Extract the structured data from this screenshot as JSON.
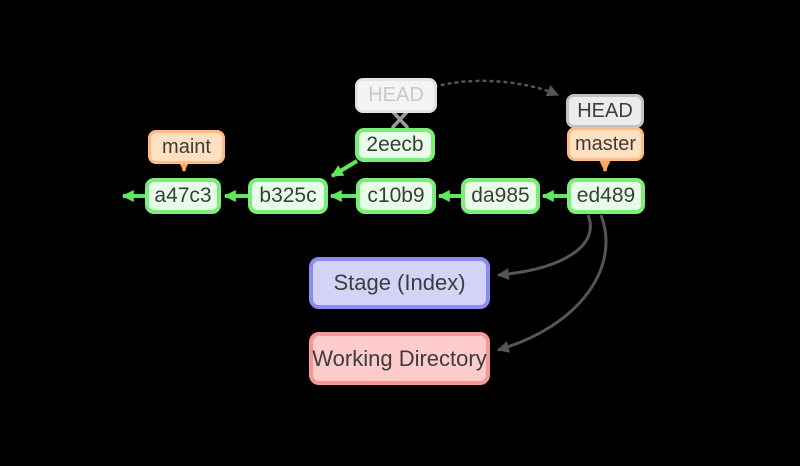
{
  "nodes": {
    "head_old": {
      "label": "HEAD"
    },
    "head_new": {
      "label": "HEAD"
    },
    "maint": {
      "label": "maint"
    },
    "master": {
      "label": "master"
    },
    "detached_commit": {
      "label": "2eecb"
    },
    "commits": [
      {
        "label": "a47c3"
      },
      {
        "label": "b325c"
      },
      {
        "label": "c10b9"
      },
      {
        "label": "da985"
      },
      {
        "label": "ed489"
      }
    ],
    "stage": {
      "label": "Stage (Index)"
    },
    "working_directory": {
      "label": "Working Directory"
    }
  },
  "colors": {
    "background": "#000000",
    "commit_fill": "#e8fde8",
    "commit_border": "#79ee79",
    "branch_fill": "#ffe1c2",
    "branch_border": "#ffba85",
    "head_fill": "#ececec",
    "head_border": "#c2c2c2",
    "head_old_fill": "#f4f4f4",
    "head_old_border": "#e3e3e3",
    "head_old_text": "#c8c8c8",
    "stage_fill": "#d3d3f7",
    "stage_border": "#8c8cf0",
    "working_fill": "#ffcccc",
    "working_border": "#f59898",
    "arrow_green": "#5ee85e",
    "arrow_orange": "#ffa763",
    "arrow_gray": "#555555",
    "crossout_gray": "#9a9a9a",
    "text": "#3d3d3d"
  }
}
